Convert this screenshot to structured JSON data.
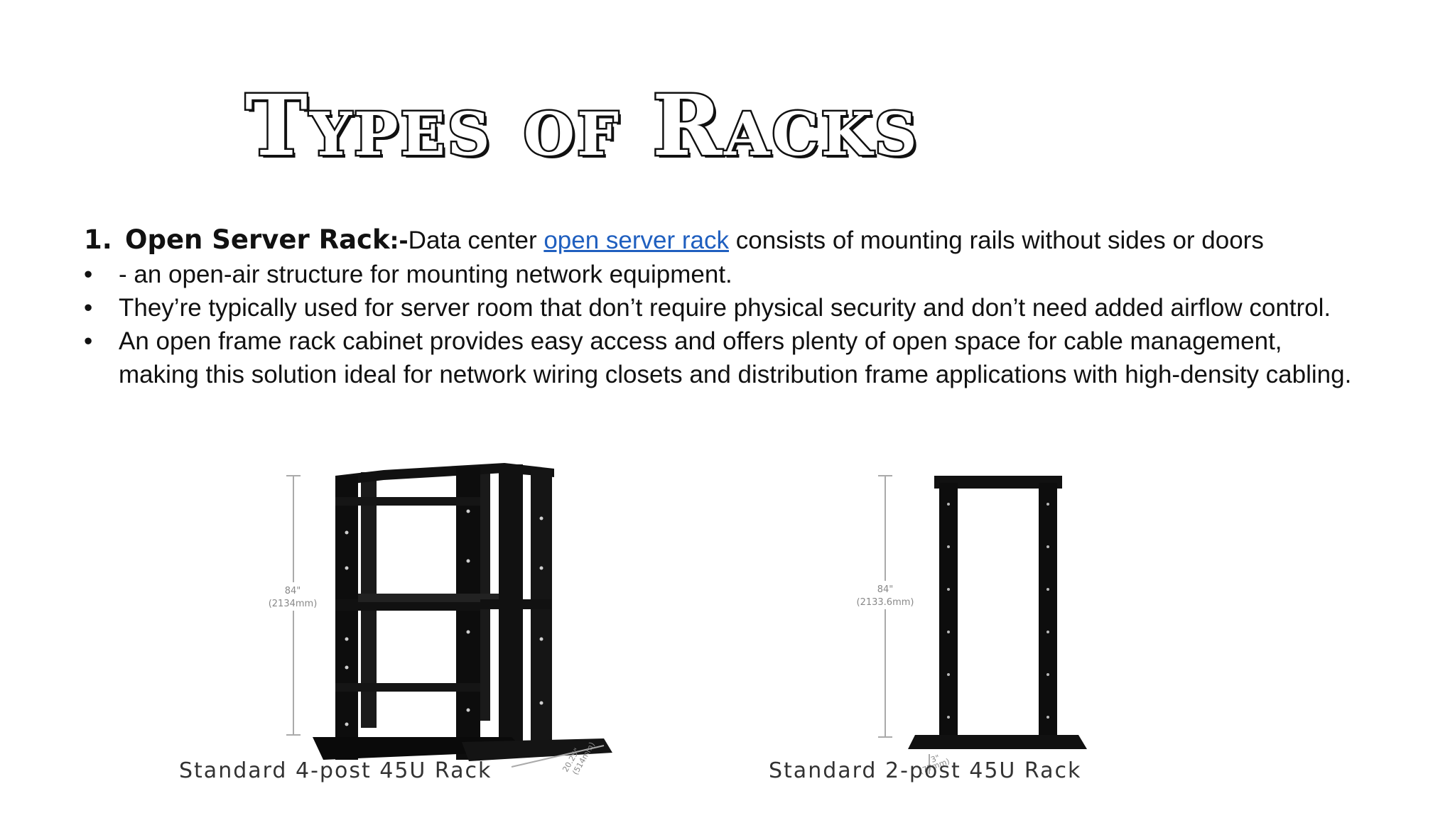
{
  "slide": {
    "title": "Types of Racks"
  },
  "section": {
    "number": "1.",
    "name": "Open Server Rack",
    "separator": ":-",
    "intro_before_link": "Data center ",
    "link_text": "open server rack",
    "intro_after_link": " consists of mounting rails without sides or doors"
  },
  "bullets": [
    {
      "marker": "•",
      "text": " - an open-air structure for mounting network equipment."
    },
    {
      "marker": "•",
      "text": "They’re typically used for server room that don’t require physical security and don’t need added airflow control."
    },
    {
      "marker": "•",
      "text": " An open frame rack cabinet provides easy access and offers plenty of open space for cable management, making this solution ideal for network wiring closets and distribution frame applications with high-density cabling."
    }
  ],
  "figures": [
    {
      "caption": "Standard 4-post 45U Rack",
      "height_label": "84\"",
      "height_label_mm": "(2134mm)",
      "depth_label": "20.25\"",
      "depth_label_mm": "(514mm)"
    },
    {
      "caption": "Standard 2-post 45U Rack",
      "height_label": "84\"",
      "height_label_mm": "(2133.6mm)",
      "depth_label": "3\"",
      "depth_label_mm": "(77mm)"
    }
  ],
  "colors": {
    "link": "#1f5fbf",
    "rack": "#111111",
    "dimension_line": "#aaaaaa"
  }
}
